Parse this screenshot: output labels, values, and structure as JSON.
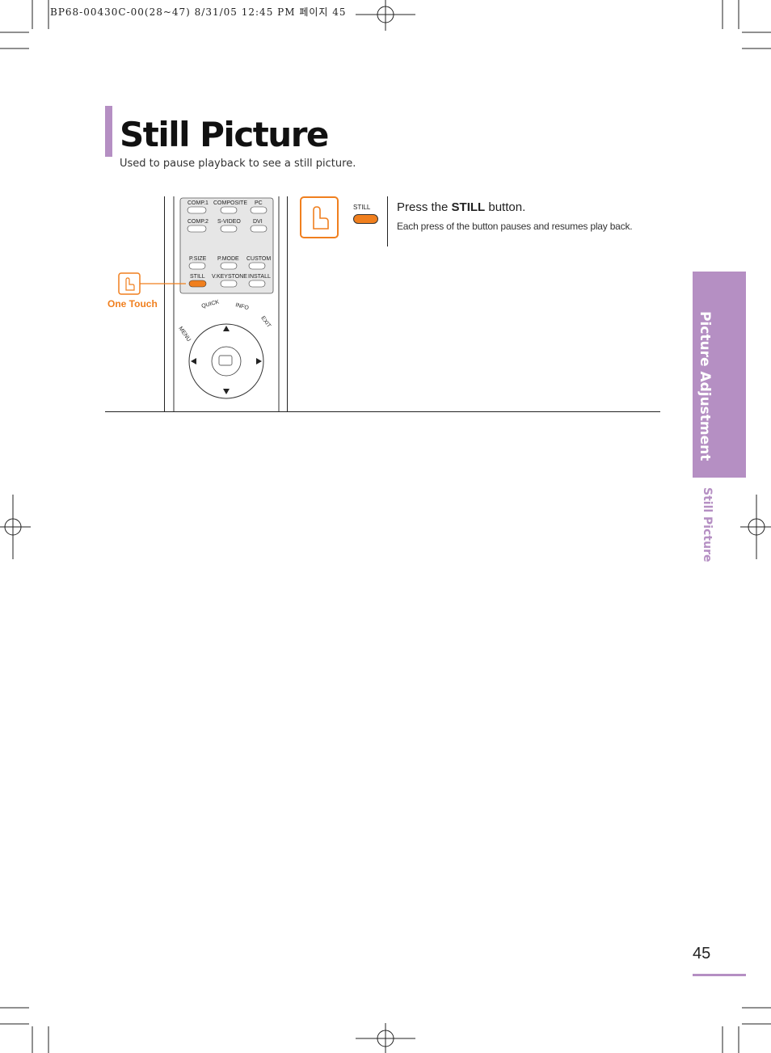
{
  "print_header": "BP68-00430C-00(28~47)  8/31/05  12:45 PM 페이지 45",
  "page": {
    "title": "Still Picture",
    "subtitle": "Used to pause playback to see a still picture."
  },
  "remote": {
    "labels": {
      "comp1": "COMP.1",
      "composite": "COMPOSITE",
      "pc": "PC",
      "comp2": "COMP.2",
      "svideo": "S-VIDEO",
      "dvi": "DVI",
      "psize": "P.SIZE",
      "pmode": "P.MODE",
      "custom": "CUSTOM",
      "still": "STILL",
      "vkeystone": "V.KEYSTONE",
      "install": "INSTALL",
      "menu": "MENU",
      "quick": "QUICK",
      "info": "INFO",
      "exit": "EXIT"
    },
    "one_touch_label": "One Touch"
  },
  "step": {
    "button_label": "STILL",
    "instruction_prefix": "Press the ",
    "instruction_button": "STILL",
    "instruction_suffix": " button.",
    "description": "Each press of the button pauses and resumes play back."
  },
  "sidebar": {
    "section": "Picture Adjustment",
    "subsection": "Still Picture"
  },
  "page_number": "45",
  "colors": {
    "accent_purple": "#b58fc3",
    "accent_orange": "#f07f1e"
  }
}
